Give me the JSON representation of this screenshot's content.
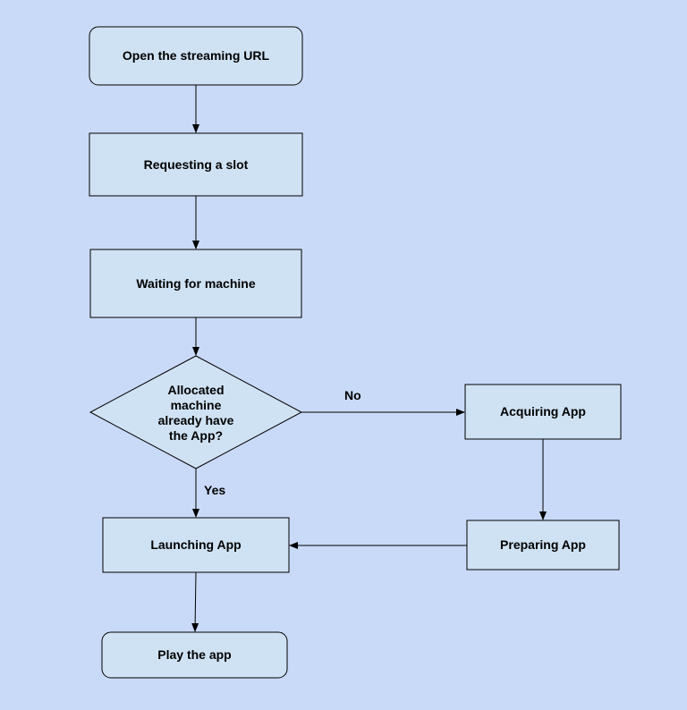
{
  "colors": {
    "background": "#c9daf8",
    "node_fill": "#cfe2f3",
    "stroke": "#000000"
  },
  "nodes": {
    "open_url": {
      "label": "Open the streaming URL",
      "shape": "rounded-rectangle"
    },
    "requesting_slot": {
      "label": "Requesting a slot",
      "shape": "rectangle"
    },
    "waiting_machine": {
      "label": "Waiting for machine",
      "shape": "rectangle"
    },
    "decision": {
      "label": "Allocated\nmachine\nalready have\nthe App?",
      "shape": "diamond"
    },
    "acquiring_app": {
      "label": "Acquiring App",
      "shape": "rectangle"
    },
    "preparing_app": {
      "label": "Preparing App",
      "shape": "rectangle"
    },
    "launching_app": {
      "label": "Launching App",
      "shape": "rectangle"
    },
    "play_app": {
      "label": "Play the app",
      "shape": "rounded-rectangle"
    }
  },
  "edges": {
    "no_label": "No",
    "yes_label": "Yes"
  }
}
